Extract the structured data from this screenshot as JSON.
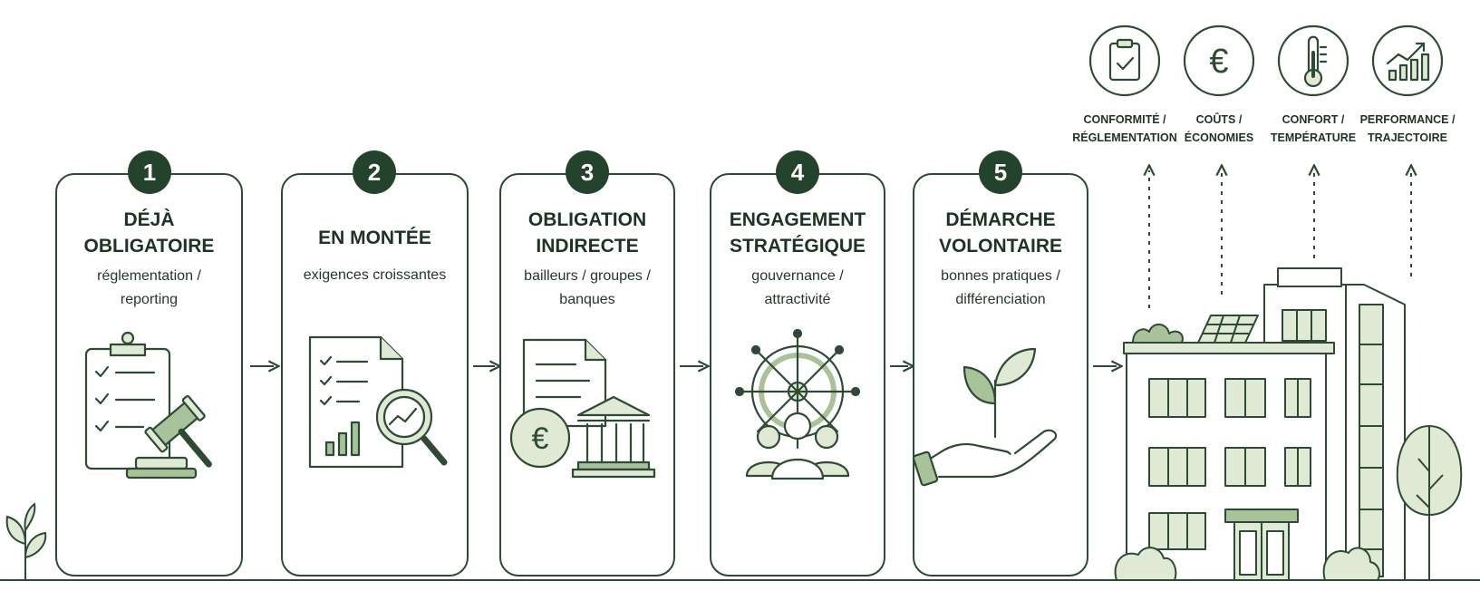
{
  "steps": [
    {
      "number": "1",
      "title": "DÉJÀ\nOBLIGATOIRE",
      "subtitle": "réglementation /\nreporting"
    },
    {
      "number": "2",
      "title": "EN MONTÉE",
      "subtitle": "exigences croissantes"
    },
    {
      "number": "3",
      "title": "OBLIGATION\nINDIRECTE",
      "subtitle": "bailleurs / groupes /\nbanques"
    },
    {
      "number": "4",
      "title": "ENGAGEMENT\nSTRATÉGIQUE",
      "subtitle": "gouvernance /\nattractivité"
    },
    {
      "number": "5",
      "title": "DÉMARCHE\nVOLONTAIRE",
      "subtitle": "bonnes pratiques /\ndifférenciation"
    }
  ],
  "outcomes": [
    {
      "label": "CONFORMITÉ /\nRÉGLEMENTATION",
      "icon": "clipboard-check-icon"
    },
    {
      "label": "COÛTS /\nÉCONOMIES",
      "icon": "euro-icon"
    },
    {
      "label": "CONFORT /\nTEMPÉRATURE",
      "icon": "thermometer-icon"
    },
    {
      "label": "PERFORMANCE /\nTRAJECTOIRE",
      "icon": "growth-chart-icon"
    }
  ],
  "colors": {
    "dark_green": "#24432c",
    "line": "#2d4a34",
    "light_green": "#dfe9d4",
    "mid_green": "#a8c39a",
    "background": "#ffffff"
  }
}
